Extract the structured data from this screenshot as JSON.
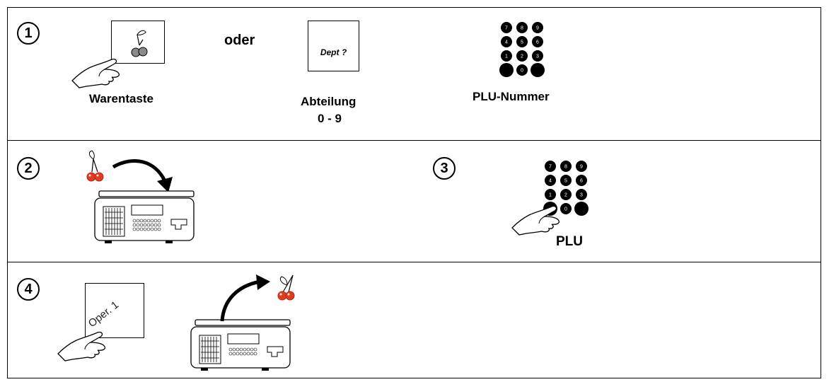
{
  "steps": [
    "1",
    "2",
    "3",
    "4"
  ],
  "row1": {
    "or_label": "oder",
    "dept_key_text": "Dept ?",
    "item_key_caption": "Warentaste",
    "dept_caption_line1": "Abteilung",
    "dept_caption_line2": "0 - 9",
    "plu_caption": "PLU-Nummer"
  },
  "row3": {
    "plu_label": "PLU"
  },
  "row4": {
    "oper_key_text": "Oper. 1"
  },
  "keypad_keys": [
    "7",
    "8",
    "9",
    "4",
    "5",
    "6",
    "1",
    "2",
    "3",
    "",
    "0",
    ""
  ],
  "colors": {
    "cherry_red": "#e23b1e",
    "cherry_outline": "#b02a10"
  }
}
